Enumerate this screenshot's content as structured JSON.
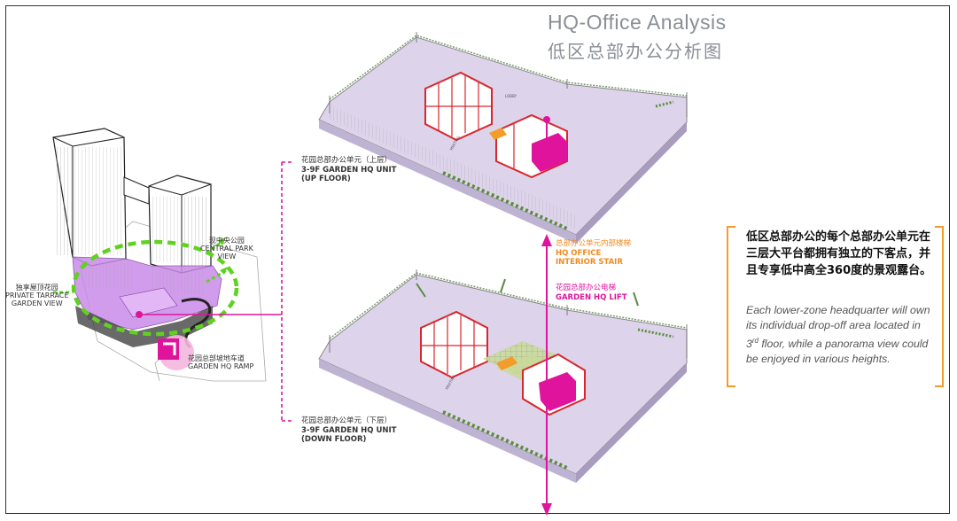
{
  "title": {
    "en": "HQ-Office Analysis",
    "cn": "低区总部办公分析图"
  },
  "left_labels": {
    "central_park_cn": "现中央公园",
    "central_park_en": "CENTRAL PARK",
    "central_park_en2": "VIEW",
    "private_terrace_cn": "独享屋顶花园",
    "private_terrace_en": "PRIVATE TARRACE",
    "private_terrace_en2": "GARDEN VIEW",
    "ramp_cn": "花园总部坡地车道",
    "ramp_en": "GARDEN HQ RAMP"
  },
  "up_unit": {
    "cn": "花园总部办公单元（上层）",
    "en1": "3-9F GARDEN HQ UNIT",
    "en2": "(UP FLOOR)"
  },
  "down_unit": {
    "cn": "花园总部办公单元（下层）",
    "en1": "3-9F GARDEN HQ UNIT",
    "en2": "(DOWN FLOOR)"
  },
  "stair": {
    "cn": "总部办公单元内部楼梯",
    "en1": "HQ OFFICE",
    "en2": "INTERIOR STAIR"
  },
  "lift": {
    "cn": "花园总部办公电梯",
    "en": "GARDEN HQ LIFT"
  },
  "description": {
    "cn": "低区总部办公的每个总部办公单元在三层大平台都拥有独立的下客点，并且专享低中高全360度的景观露台。",
    "en_before": "Each lower-zone headquarter will own its individual drop-off area located in 3",
    "en_sup": "rd",
    "en_after": " floor, while a panorama view could be enjoyed in various heights."
  },
  "colors": {
    "accent_magenta": "#e0149c",
    "accent_orange": "#f39c28",
    "accent_green": "#5fd21f",
    "floor_lavender": "#ddd3ea",
    "wall_red": "#d8262e",
    "tower_purple": "#c98be8"
  }
}
